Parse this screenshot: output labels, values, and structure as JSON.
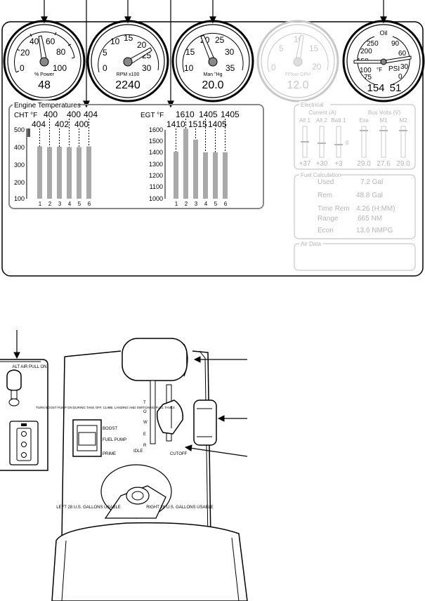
{
  "gauges": [
    {
      "id": "power",
      "ticks": [
        "0",
        "20",
        "40",
        "60",
        "80",
        "100"
      ],
      "unit": "% Power",
      "value": "48",
      "dimmed": false
    },
    {
      "id": "rpm",
      "ticks": [
        "0",
        "5",
        "10",
        "15",
        "20",
        "25",
        "30"
      ],
      "unit": "RPM x100",
      "value": "2240",
      "dimmed": false
    },
    {
      "id": "map",
      "ticks": [
        "10",
        "15",
        "20",
        "25",
        "30",
        "35"
      ],
      "unit": "Man \"Hg",
      "value": "20.0",
      "dimmed": false
    },
    {
      "id": "fflow",
      "ticks": [
        "0",
        "5",
        "10",
        "15",
        "20"
      ],
      "unit": "FFlow GPH",
      "value": "12.0",
      "dimmed": true
    },
    {
      "id": "oil",
      "title": "Oil",
      "temp_ticks": [
        "250",
        "200",
        "150",
        "100",
        "75"
      ],
      "press_ticks": [
        "90",
        "60",
        "30",
        "0"
      ],
      "temp_unit": "°F",
      "press_unit": "PSI",
      "temp_value": "154",
      "press_value": "51",
      "dimmed": false
    }
  ],
  "engine_temps": {
    "title": "Engine Temperatures",
    "cht": {
      "label": "CHT °F",
      "values_top": [
        "400",
        "400",
        "404"
      ],
      "values_bottom": [
        "404",
        "402",
        "400"
      ],
      "axis_ticks": [
        "500",
        "400",
        "300",
        "200",
        "100"
      ],
      "cylinders": [
        "1",
        "2",
        "3",
        "4",
        "5",
        "6"
      ]
    },
    "egt": {
      "label": "EGT °F",
      "values_top": [
        "1610",
        "1405",
        "1405"
      ],
      "values_bottom": [
        "1410",
        "1515",
        "1405"
      ],
      "axis_ticks": [
        "1600",
        "1500",
        "1400",
        "1300",
        "1200",
        "1100",
        "1000"
      ],
      "cylinders": [
        "1",
        "2",
        "3",
        "4",
        "5",
        "6"
      ]
    }
  },
  "chart_data": [
    {
      "type": "bar",
      "ylabel": "CHT °F",
      "categories": [
        "1",
        "2",
        "3",
        "4",
        "5",
        "6"
      ],
      "values": [
        404,
        400,
        402,
        400,
        400,
        404
      ],
      "ylim": [
        100,
        500
      ]
    },
    {
      "type": "bar",
      "ylabel": "EGT °F",
      "categories": [
        "1",
        "2",
        "3",
        "4",
        "5",
        "6"
      ],
      "values": [
        1410,
        1610,
        1515,
        1405,
        1405,
        1405
      ],
      "ylim": [
        1000,
        1600
      ]
    }
  ],
  "electrical": {
    "title": "Electrical",
    "current_label": "Current (A)",
    "bus_label": "Bus Volts (V)",
    "columns": [
      {
        "name": "Alt 1",
        "value": "+37"
      },
      {
        "name": "Alt 2",
        "value": "+30"
      },
      {
        "name": "Batt 1",
        "value": "+3"
      },
      {
        "name": "Ess",
        "value": "29.0"
      },
      {
        "name": "M1",
        "value": "27.6"
      },
      {
        "name": "M2",
        "value": "29.0"
      }
    ],
    "zero": "0"
  },
  "fuel": {
    "title": "Fuel Calculation",
    "rows": [
      {
        "label": "Used",
        "value": "7.2 Gal"
      },
      {
        "label": "Rem",
        "value": "48.8 Gal"
      },
      {
        "label": "Time Rem",
        "value": "4:26 (H:MM)"
      },
      {
        "label": "Range",
        "value": "665 NM"
      },
      {
        "label": "Econ",
        "value": "13.6 NMPG"
      }
    ]
  },
  "air_data": {
    "title": "Air Data"
  },
  "console": {
    "alt_air": "ALT AIR PULL ON",
    "pump_note": "TURN BOOST PUMP ON DURING TAKE OFF, CLIMB, LANDING AND SWITCHING FUEL TANKS",
    "boost": "BOOST",
    "fuel_pump": "FUEL PUMP",
    "prime": "PRIME",
    "idle": "IDLE",
    "cutoff": "CUTOFF",
    "left_tank": "LEFT 28 U.S. GALLONS USABLE",
    "right_tank": "RIGHT 28 U.S. GALLONS USABLE"
  }
}
